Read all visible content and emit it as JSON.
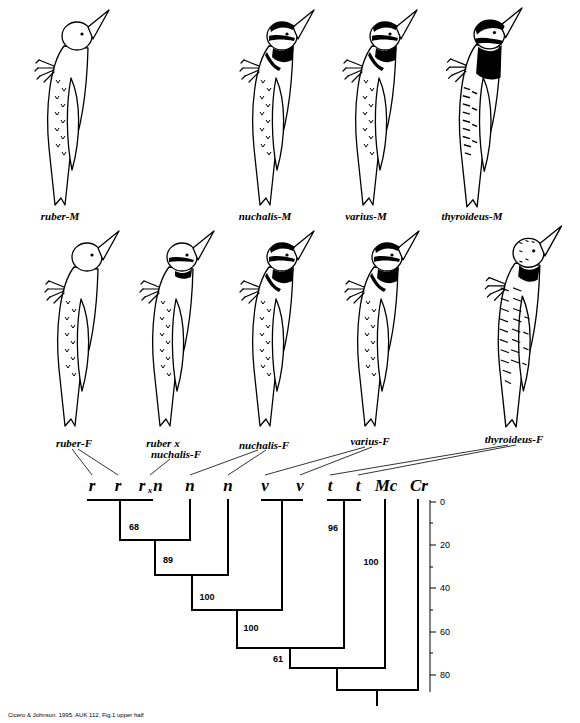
{
  "diagram": {
    "labels": [
      "ruber-M",
      "nuchalis-M",
      "varius-M",
      "thyroideus-M",
      "ruber-F",
      "ruber x",
      "nuchalis-F",
      "nuchalis-F",
      "varius-F",
      "thyroideus-F",
      "r",
      "r",
      "r",
      "x",
      "n",
      "n",
      "n",
      "v",
      "v",
      "t",
      "t",
      "Mc",
      "Cr",
      "68",
      "89",
      "100",
      "100",
      "96",
      "61",
      "100",
      "0",
      "20",
      "40",
      "60",
      "80",
      "Cicero & Johnson. 1995. AUK 112, Fig.1 upper half"
    ]
  }
}
